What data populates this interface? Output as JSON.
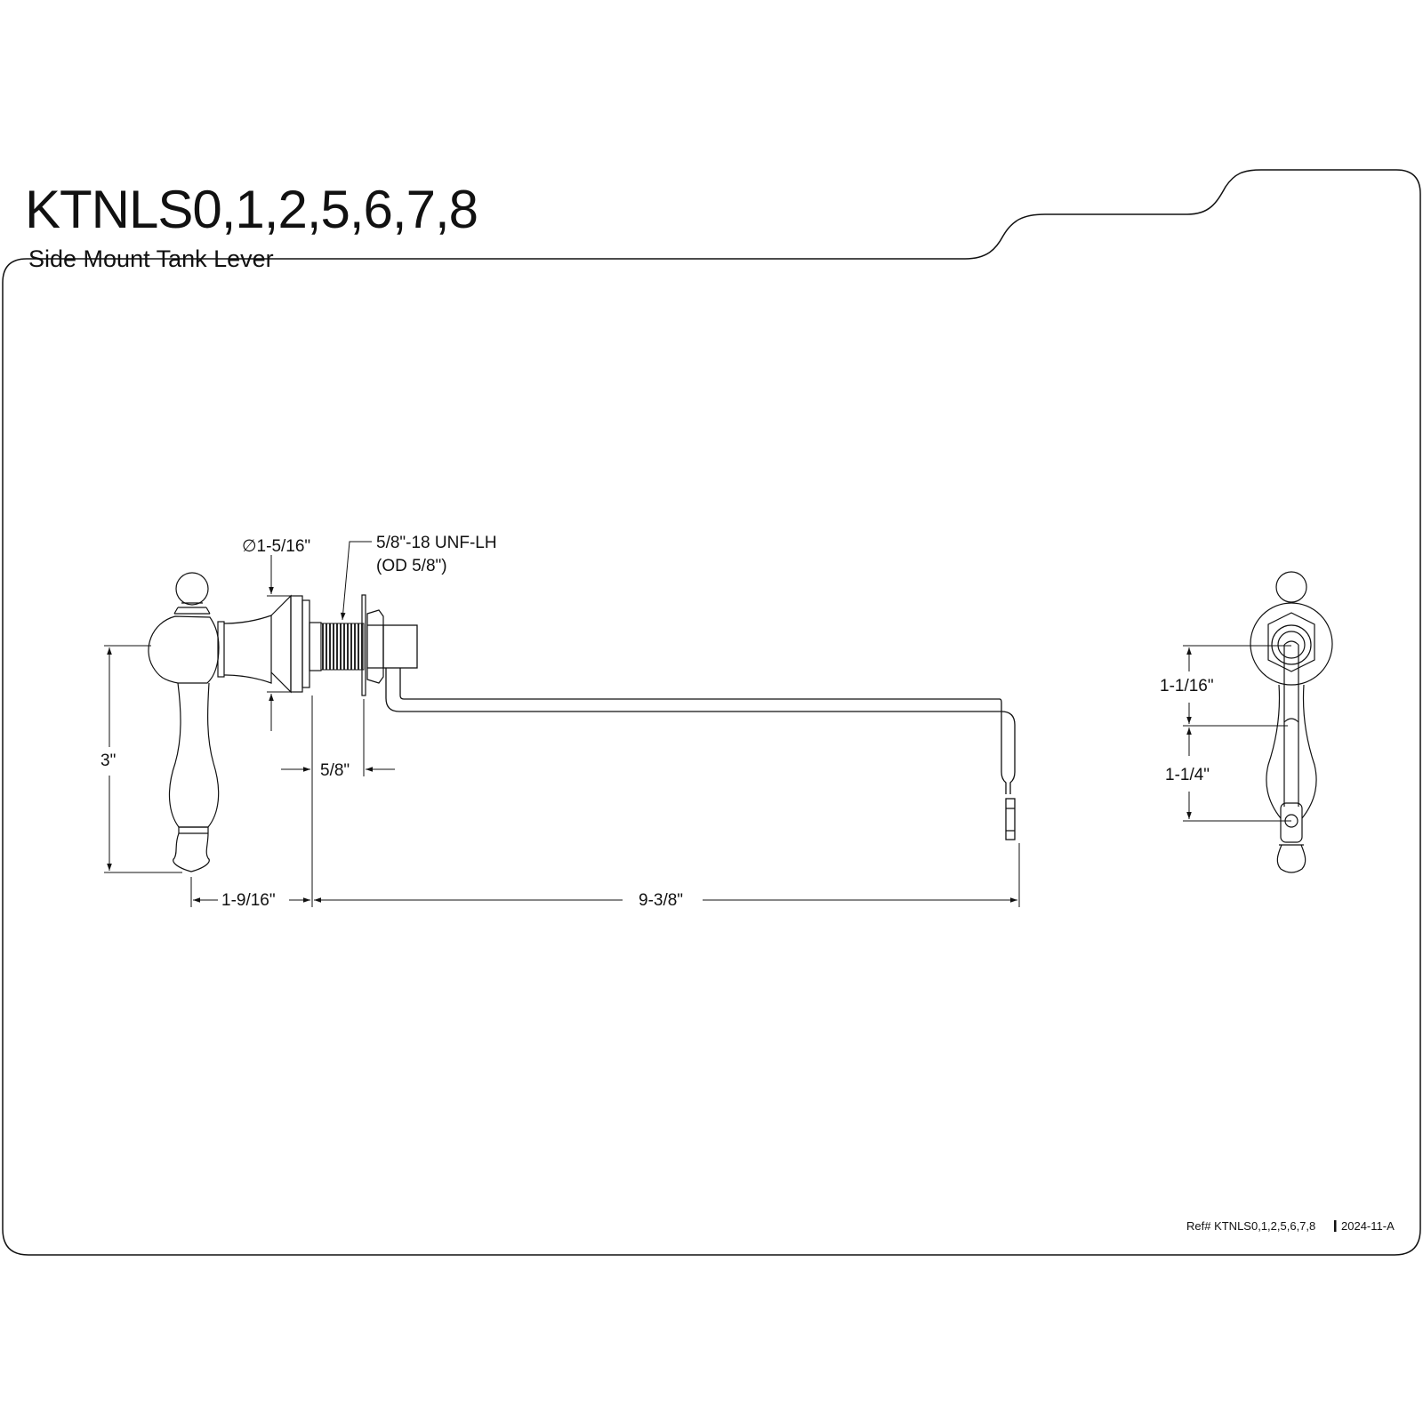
{
  "header": {
    "title": "KTNLS0,1,2,5,6,7,8",
    "subtitle": "Side Mount Tank Lever"
  },
  "side_view": {
    "dimensions": {
      "flange_diameter": "∅1-5/16\"",
      "thread_spec_line1": "5/8\"-18 UNF-LH",
      "thread_spec_line2": "(OD 5/8\")",
      "handle_height": "3\"",
      "thread_length": "5/8\"",
      "handle_offset": "1-9/16\"",
      "rod_length": "9-3/8\""
    }
  },
  "end_view": {
    "dimensions": {
      "upper_offset": "1-1/16\"",
      "lower_offset": "1-1/4\""
    }
  },
  "footer": {
    "ref_label": "Ref# KTNLS0,1,2,5,6,7,8",
    "separator": "|",
    "revision": "2024-11-A"
  },
  "colors": {
    "line": "#111111",
    "background": "#ffffff"
  }
}
